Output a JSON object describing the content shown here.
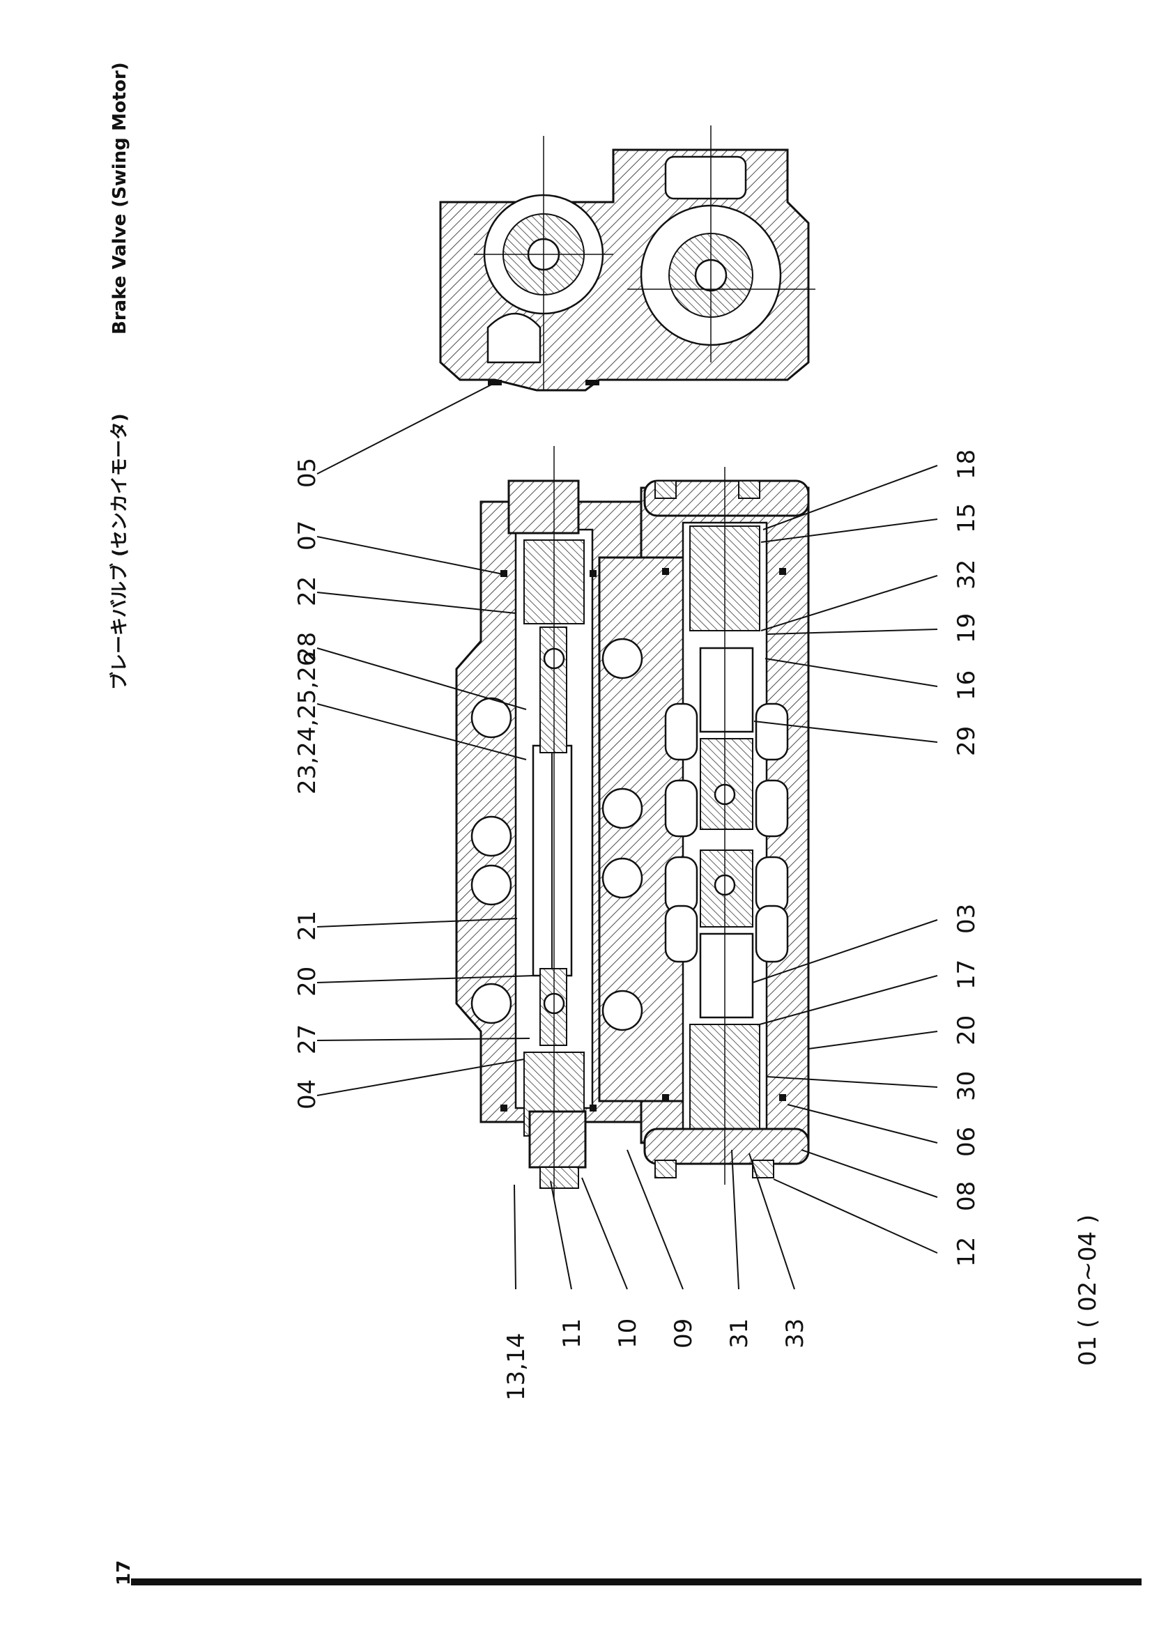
{
  "header": {
    "title_jp": "ブレーキバルブ (センカイモータ)",
    "title_en": "Brake Valve (Swing Motor)"
  },
  "page_number": "17",
  "assembly_note": "01 ( 02~04 )",
  "callouts": {
    "left": [
      "05",
      "07",
      "22",
      "28",
      "23,24,25,26",
      "21",
      "20",
      "27",
      "04"
    ],
    "right": [
      "18",
      "15",
      "32",
      "19",
      "16",
      "29",
      "03",
      "17",
      "20",
      "30",
      "06",
      "08",
      "12"
    ],
    "bottom": [
      "13,14",
      "11",
      "10",
      "09",
      "31",
      "33"
    ]
  }
}
